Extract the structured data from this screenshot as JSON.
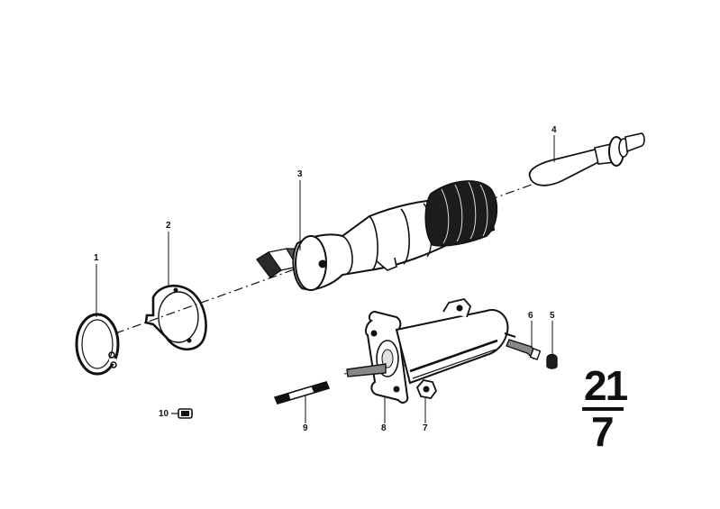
{
  "diagram": {
    "callouts": {
      "c1": "1",
      "c2": "2",
      "c3": "3",
      "c4": "4",
      "c5": "5",
      "c6": "6",
      "c7": "7",
      "c8": "8",
      "c9": "9",
      "c10": "10"
    },
    "group_number": {
      "top": "21",
      "bottom": "7"
    }
  }
}
